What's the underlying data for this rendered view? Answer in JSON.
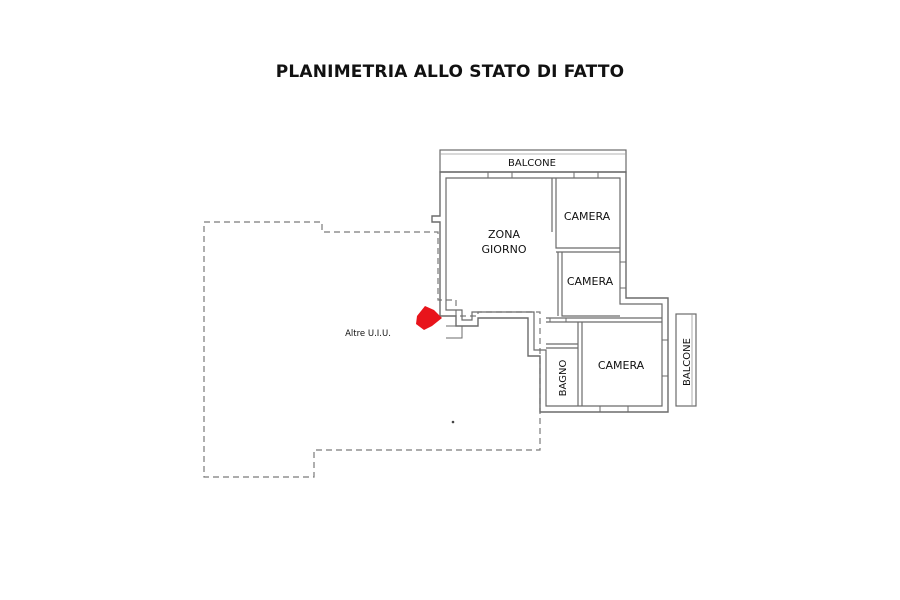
{
  "title": "PLANIMETRIA ALLO STATO DI FATTO",
  "rooms": {
    "balcone_top": "BALCONE",
    "zona_giorno_line1": "ZONA",
    "zona_giorno_line2": "GIORNO",
    "camera_1": "CAMERA",
    "camera_2": "CAMERA",
    "camera_3": "CAMERA",
    "bagno": "BAGNO",
    "balcone_right": "BALCONE"
  },
  "other_units_label": "Altre U.I.U.",
  "colors": {
    "wall": "#6b6b6b",
    "wall_fill": "#d9d9d9",
    "dashed_outline": "#7a7a7a",
    "entrance_marker": "#e8141b",
    "text": "#111111"
  },
  "icons": {
    "entrance_marker": "red-arrow-icon"
  }
}
